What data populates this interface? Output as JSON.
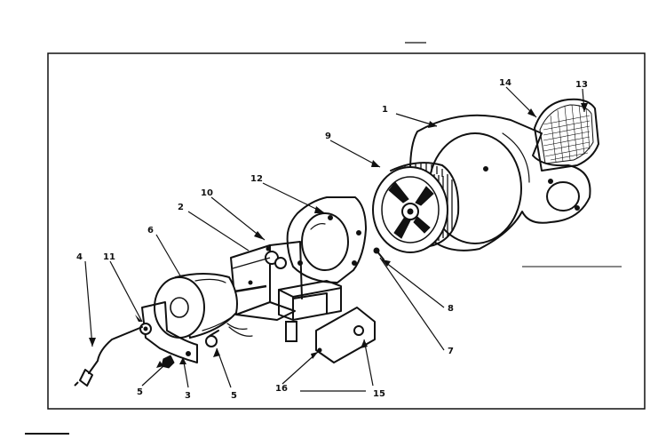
{
  "diagram": {
    "callouts": [
      "1",
      "2",
      "3",
      "4",
      "5",
      "5",
      "6",
      "7",
      "8",
      "9",
      "10",
      "11",
      "12",
      "13",
      "14",
      "15",
      "16"
    ]
  },
  "parts": {
    "blower_housing": "1",
    "motor_bracket": "2",
    "mount_plate": "3",
    "power_cord": "4",
    "nut": "5",
    "screw": "5",
    "motor": "6",
    "screw_7": "7",
    "nut_8": "8",
    "blower_wheel": "9",
    "bracket_10": "10",
    "grommet": "11",
    "housing_cover": "12",
    "screen": "13",
    "flange": "14",
    "cover_plate": "15",
    "junction_box": "16"
  }
}
